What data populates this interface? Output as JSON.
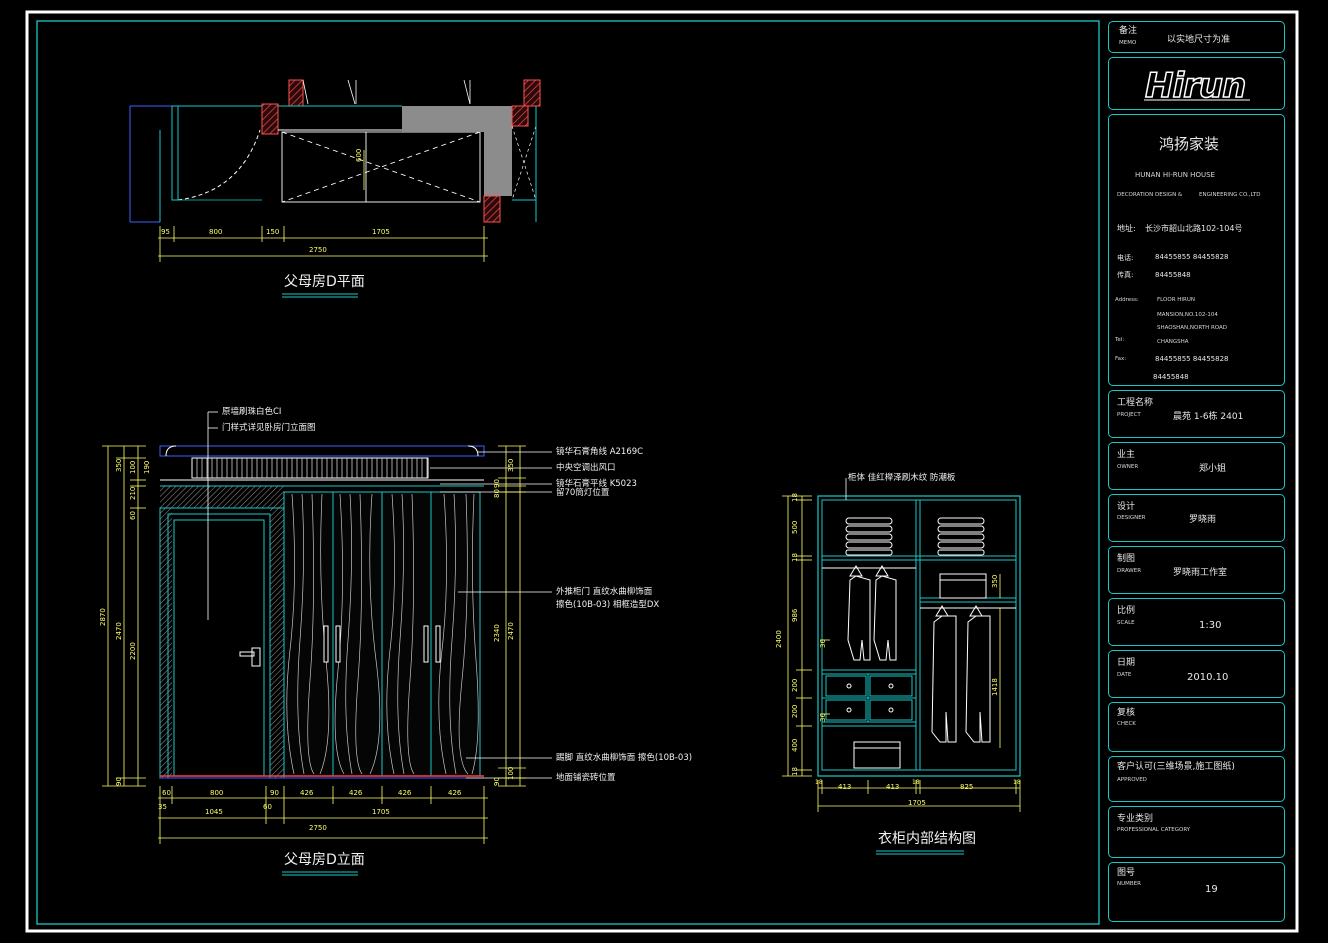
{
  "plan": {
    "title": "父母房D平面",
    "door_dim": "600",
    "dims": [
      "95",
      "800",
      "150",
      "1705"
    ],
    "total": "2750"
  },
  "elevation": {
    "title": "父母房D立面",
    "notes": [
      "原墙刷珠白色CI",
      "门样式详见卧房门立面图",
      "镜华石膏角线 A2169C",
      "中央空调出风口",
      "镜华石膏平线 K5023",
      "留70筒灯位置",
      "外推柜门 直纹水曲柳饰面",
      "擦色(10B-03) 相框造型DX",
      "踢脚 直纹水曲柳饰面 擦色(10B-03)",
      "地面铺瓷砖位置"
    ],
    "left_dims": [
      "350",
      "100",
      "190",
      "210",
      "60",
      "2200",
      "90"
    ],
    "left_total": "2470",
    "overall": "2870",
    "right_dims": [
      "350",
      "90",
      "80",
      "2340",
      "100",
      "90"
    ],
    "right_total": "2470",
    "bottom_dims": [
      "60",
      "800",
      "90",
      "426",
      "426",
      "426",
      "426"
    ],
    "bottom_small": [
      "35",
      "60"
    ],
    "sub_dims": [
      "1045",
      "1705"
    ],
    "total": "2750"
  },
  "wardrobe": {
    "title": "衣柜内部结构图",
    "note": "柜体 佳红榉泽刷木纹 防潮板",
    "height_total": "2400",
    "height_dims": [
      "18",
      "500",
      "18",
      "986",
      "200",
      "200",
      "400",
      "18"
    ],
    "small_dims": [
      "18",
      "36",
      "36"
    ],
    "inner_dims": [
      "350",
      "1418"
    ],
    "width_dims": [
      "18",
      "413",
      "413",
      "18",
      "825",
      "18"
    ],
    "width_total": "1705"
  },
  "title_block": {
    "memo_cn": "备注",
    "memo_en": "MEMO",
    "memo_value": "以实地尺寸为准",
    "logo": "Hirun",
    "company_cn": "鸿扬家装",
    "company_en": "HUNAN HI-RUN HOUSE",
    "company_sub_1": "DECORATION DESIGN &",
    "company_sub_2": "ENGINEERING CO.,LTD",
    "addr_label": "地址:",
    "addr_value": "长沙市韶山北路102-104号",
    "tel_label": "电话:",
    "tel_value": "84455855   84455828",
    "fax_label": "传真:",
    "fax_value": "84455848",
    "address_en_label": "Address:",
    "address_en_lines": [
      "FLOOR  HIRUN",
      "MANSION,NO.102-104",
      "SHAOSHAN,NORTH  ROAD",
      "CHANGSHA"
    ],
    "tel_en_label": "Tel:",
    "fax_en_label": "Fax:",
    "fax_en_value": "84455855   84455828",
    "fax_en_value2": "84455848",
    "project_cn": "工程名称",
    "project_en": "PROJECT",
    "project_value": "晨苑 1-6栋 2401",
    "owner_cn": "业主",
    "owner_en": "OWNER",
    "owner_value": "郑小姐",
    "designer_cn": "设计",
    "designer_en": "DESIGNER",
    "designer_value": "罗晓雨",
    "drawer_cn": "制图",
    "drawer_en": "DRAWER",
    "drawer_value": "罗晓雨工作室",
    "scale_cn": "比例",
    "scale_en": "SCALE",
    "scale_value": "1:30",
    "date_cn": "日期",
    "date_en": "DATE",
    "date_value": "2010.10",
    "check_cn": "复核",
    "check_en": "CHECK",
    "approved_cn": "客户认可(三维场景,施工图纸)",
    "approved_en": "APPROVED",
    "category_cn": "专业类别",
    "category_en": "PROFESSIONAL CATEGORY",
    "number_cn": "图号",
    "number_en": "NUMBER",
    "number_value": "19"
  }
}
